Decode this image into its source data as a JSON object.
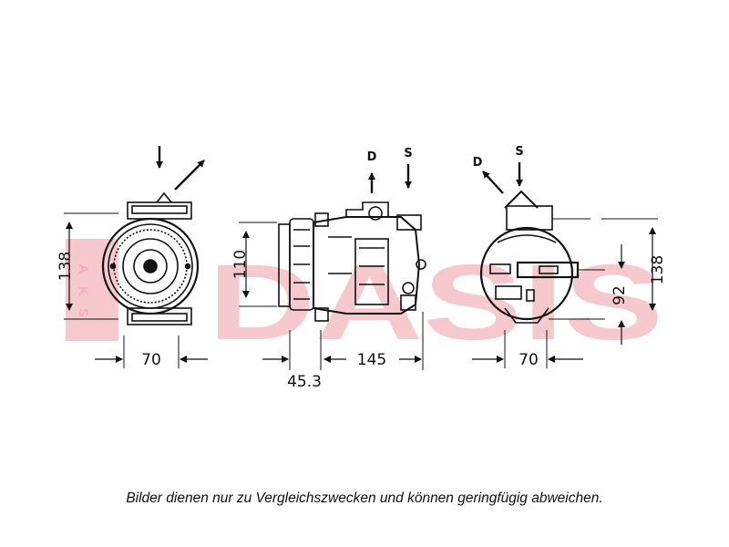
{
  "watermark": {
    "brand": "AKS",
    "word": "DASIS",
    "color": "#f6c9cf"
  },
  "views": {
    "front": {
      "dim_height": "138",
      "dim_width": "70"
    },
    "side": {
      "port_d": "D",
      "port_s": "S",
      "dim_height": "110",
      "dim_body_length": "145",
      "dim_offset": "45.3"
    },
    "rear": {
      "port_d": "D",
      "port_s": "S",
      "dim_height": "138",
      "dim_port_height": "92",
      "dim_width": "70"
    }
  },
  "disclaimer": "Bilder dienen nur zu Vergleichszwecken und können geringfügig abweichen."
}
